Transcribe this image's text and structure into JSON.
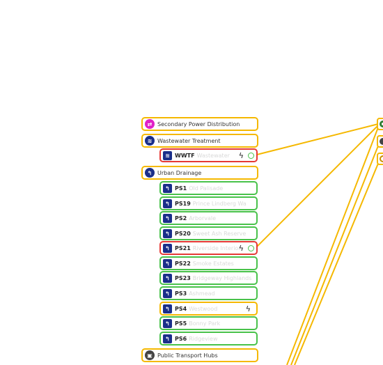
{
  "groups": {
    "secondary_power": {
      "label": "Secondary Power Distribution"
    },
    "wastewater": {
      "label": "Wastewater Treatment"
    },
    "urban_drainage": {
      "label": "Urban Drainage"
    },
    "public_transport": {
      "label": "Public Transport Hubs"
    }
  },
  "wastewater_children": [
    {
      "code": "WWTF",
      "sub": "Wastewater",
      "status": "alarm",
      "power_icon": true,
      "connected": true
    }
  ],
  "drainage_children": [
    {
      "code": "PS1",
      "sub": "Old Palisade",
      "status": "ok"
    },
    {
      "code": "PS19",
      "sub": "Prince Lindberg Wa",
      "status": "ok"
    },
    {
      "code": "PS2",
      "sub": "Arborvale",
      "status": "ok"
    },
    {
      "code": "PS20",
      "sub": "Sweet Ash Reserve",
      "status": "ok"
    },
    {
      "code": "PS21",
      "sub": "Riverside Interior",
      "status": "alarm"
    },
    {
      "code": "PS22",
      "sub": "Smoke Estates",
      "status": "ok"
    },
    {
      "code": "PS23",
      "sub": "Bridgeway Highlands",
      "status": "ok"
    },
    {
      "code": "PS3",
      "sub": "Ashmead",
      "status": "ok"
    },
    {
      "code": "PS4",
      "sub": "Westwood",
      "status": "warn"
    },
    {
      "code": "PS5",
      "sub": "Bonny Park",
      "status": "ok"
    },
    {
      "code": "PS6",
      "sub": "Ridgeview",
      "status": "ok"
    }
  ],
  "icons": {
    "secondary_power": "power-plug-icon",
    "wastewater": "treatment-plant-icon",
    "urban_drainage": "drainage-pump-icon",
    "public_transport": "bus-icon",
    "station": "pump-station-icon",
    "power": "lightning-bolt-icon",
    "connection": "connection-ring-icon"
  },
  "colors": {
    "group_border": "#f5b800",
    "ok": "#48c24a",
    "alarm": "#e53935",
    "warn": "#f5b800",
    "station_icon_bg": "#1a2f8a",
    "power_icon_bg": "#e020c8",
    "connector": "#f5b800"
  }
}
